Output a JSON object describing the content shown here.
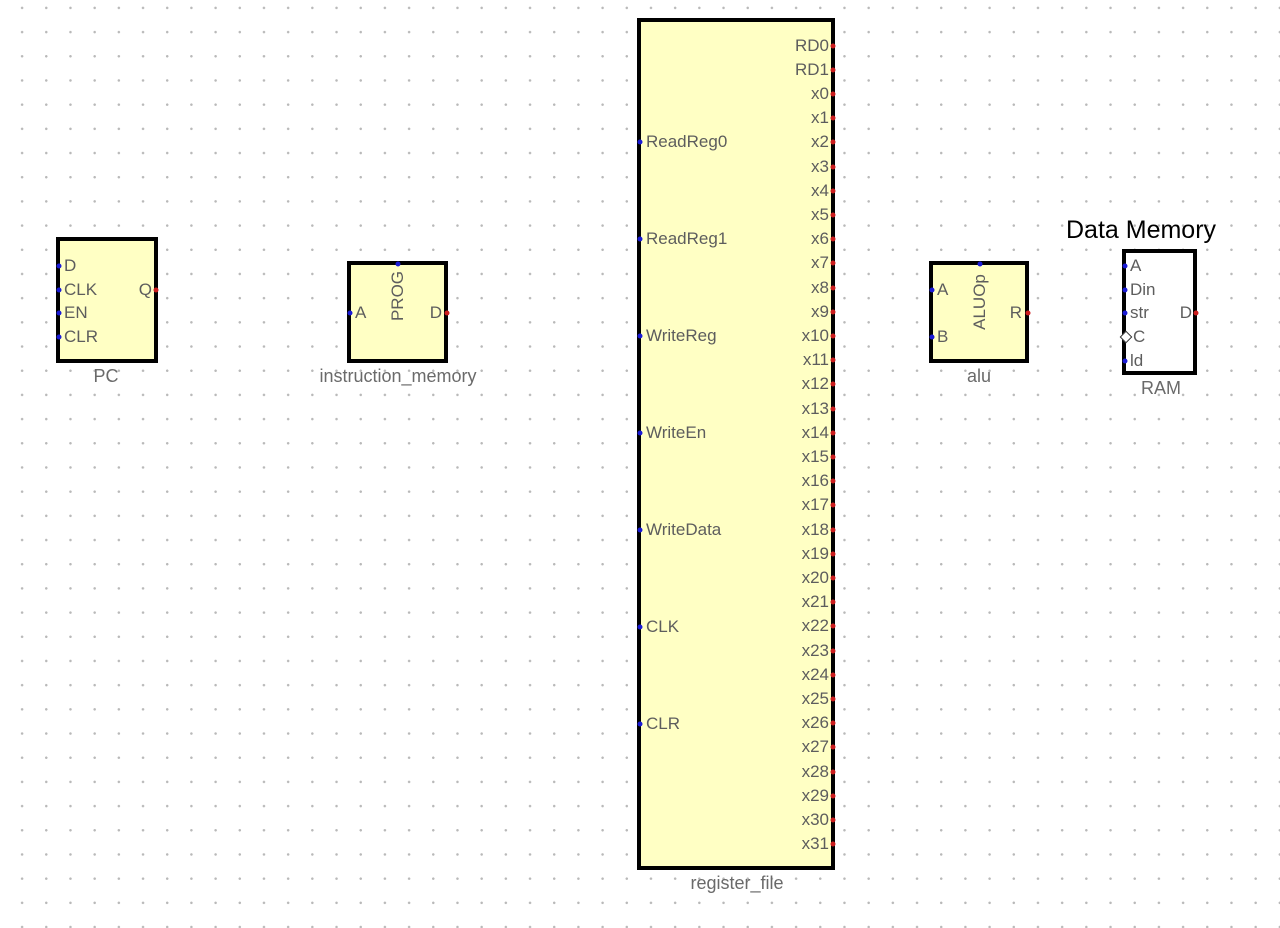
{
  "components": {
    "pc": {
      "caption": "PC",
      "inputs": [
        "D",
        "CLK",
        "EN",
        "CLR"
      ],
      "outputs": [
        "Q"
      ]
    },
    "instruction_memory": {
      "caption": "instruction_memory",
      "top_input": "PROG",
      "inputs": [
        "A"
      ],
      "outputs": [
        "D"
      ]
    },
    "register_file": {
      "caption": "register_file",
      "inputs": [
        "ReadReg0",
        "ReadReg1",
        "WriteReg",
        "WriteEn",
        "WriteData",
        "CLK",
        "CLR"
      ],
      "outputs": [
        "RD0",
        "RD1",
        "x0",
        "x1",
        "x2",
        "x3",
        "x4",
        "x5",
        "x6",
        "x7",
        "x8",
        "x9",
        "x10",
        "x11",
        "x12",
        "x13",
        "x14",
        "x15",
        "x16",
        "x17",
        "x18",
        "x19",
        "x20",
        "x21",
        "x22",
        "x23",
        "x24",
        "x25",
        "x26",
        "x27",
        "x28",
        "x29",
        "x30",
        "x31"
      ]
    },
    "alu": {
      "caption": "alu",
      "top_input": "ALUOp",
      "inputs": [
        "A",
        "B"
      ],
      "outputs": [
        "R"
      ]
    },
    "ram": {
      "title": "Data Memory",
      "caption": "RAM",
      "inputs": [
        "A",
        "Din",
        "str",
        "C",
        "ld"
      ],
      "clock_input": "C",
      "outputs": [
        "D"
      ]
    }
  },
  "colors": {
    "body_fill": "#ffffc4",
    "ram_fill": "#ffffff",
    "border": "#000000",
    "input_pin": "#1a1ad6",
    "output_pin": "#cc1d1d",
    "pin_label": "#5d5d5d",
    "grid_dot": "#b9b9b9"
  }
}
